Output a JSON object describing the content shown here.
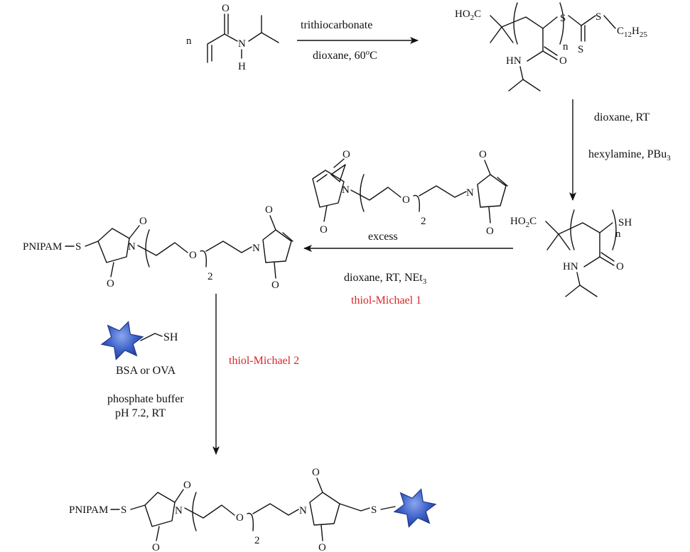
{
  "step1": {
    "reagent": "trithiocarbonate",
    "conditions": "dioxane, 60",
    "temp_sup": "o",
    "temp_unit": "C"
  },
  "monomer": {
    "repeat": "n",
    "n_atom": "N",
    "h_atom": "H",
    "o_atom": "O"
  },
  "raft_polymer": {
    "acid": "HO",
    "acid_sub": "2",
    "acid_c": "C",
    "repeat": "n",
    "s1": "S",
    "s2": "S",
    "s3": "S",
    "dodecyl_c": "C",
    "dodecyl_c_sub": "12",
    "dodecyl_h": "H",
    "dodecyl_h_sub": "25",
    "amide_hn": "HN",
    "amide_o": "O"
  },
  "step2": {
    "conditions1": "dioxane, RT",
    "conditions2": "hexylamine, PBu",
    "conditions2_sub": "3"
  },
  "thiol_polymer": {
    "acid": "HO",
    "acid_sub": "2",
    "acid_c": "C",
    "repeat": "n",
    "sh": "SH",
    "amide_hn": "HN",
    "amide_o": "O"
  },
  "bismaleimide": {
    "o": "O",
    "n": "N",
    "repeat": "2",
    "ring_o": "O"
  },
  "step3": {
    "label_above": "excess",
    "conditions": "dioxane, RT, NEt",
    "conditions_sub": "3",
    "reaction_name": "thiol-Michael 1"
  },
  "intermediate": {
    "pnipam": "PNIPAM",
    "s": "S",
    "n": "N",
    "o": "O",
    "repeat": "2"
  },
  "step4": {
    "protein_sh": "SH",
    "protein_name": "BSA or OVA",
    "buffer1": "phosphate buffer",
    "buffer2": "pH 7.2, RT",
    "reaction_name": "thiol-Michael 2"
  },
  "product": {
    "pnipam": "PNIPAM",
    "s": "S",
    "n": "N",
    "o": "O",
    "repeat": "2"
  },
  "colors": {
    "accent_red": "#d9262b",
    "protein_blue": "#3f63c9",
    "protein_blue_dark": "#1f3a8a"
  },
  "icons": [
    "protein-star-icon",
    "protein-star-icon-product"
  ]
}
